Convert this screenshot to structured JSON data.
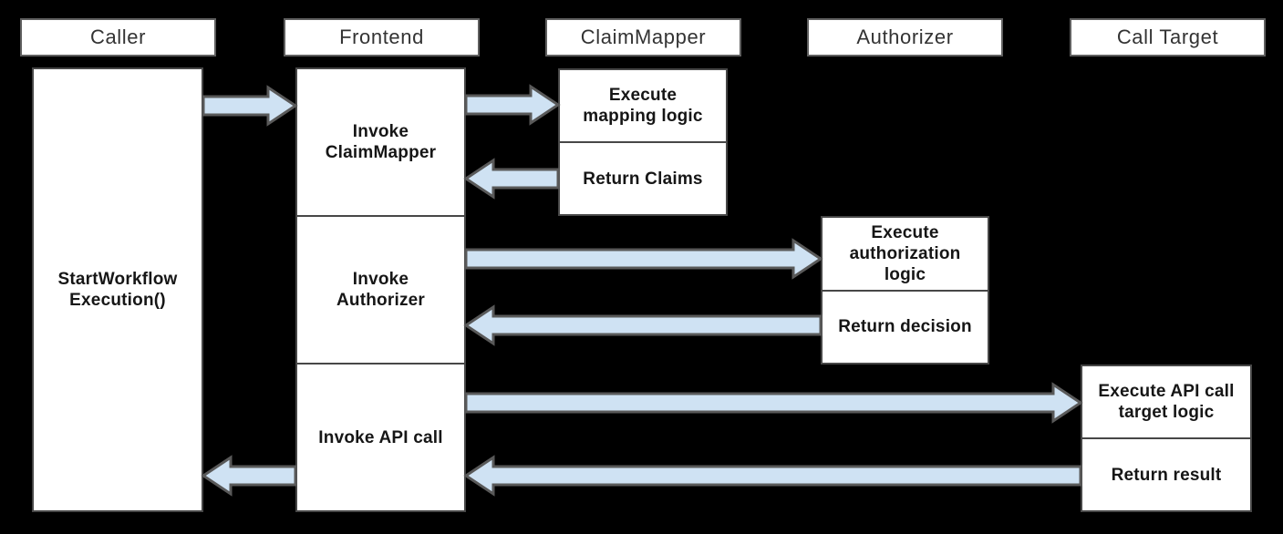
{
  "colors": {
    "background": "#000000",
    "box_fill": "#ffffff",
    "header_border": "#5f5f5f",
    "box_border": "#474747",
    "arrow_fill": "#cfe2f3",
    "arrow_stroke": "#595959",
    "header_text": "#333333",
    "body_text": "#161616"
  },
  "lanes": [
    {
      "header": "Caller",
      "boxes": [
        {
          "lines": [
            "StartWorkflow",
            "Execution()"
          ]
        }
      ]
    },
    {
      "header": "Frontend",
      "boxes": [
        {
          "lines": [
            "Invoke",
            "ClaimMapper"
          ]
        },
        {
          "lines": [
            "Invoke",
            "Authorizer"
          ]
        },
        {
          "lines": [
            "Invoke API call"
          ]
        }
      ]
    },
    {
      "header": "ClaimMapper",
      "boxes": [
        {
          "lines": [
            "Execute",
            "mapping logic"
          ]
        },
        {
          "lines": [
            "Return Claims"
          ]
        }
      ]
    },
    {
      "header": "Authorizer",
      "boxes": [
        {
          "lines": [
            "Execute",
            "authorization",
            "logic"
          ]
        },
        {
          "lines": [
            "Return decision"
          ]
        }
      ]
    },
    {
      "header": "Call Target",
      "boxes": [
        {
          "lines": [
            "Execute API call",
            "target logic"
          ]
        },
        {
          "lines": [
            "Return result"
          ]
        }
      ]
    }
  ],
  "arrows": [
    {
      "id": "caller-to-frontend",
      "from": "Caller",
      "to": "Frontend",
      "direction": "right"
    },
    {
      "id": "frontend-to-claimmapper",
      "from": "Frontend",
      "to": "ClaimMapper",
      "direction": "right"
    },
    {
      "id": "claimmapper-to-frontend",
      "from": "ClaimMapper",
      "to": "Frontend",
      "direction": "left"
    },
    {
      "id": "frontend-to-authorizer",
      "from": "Frontend",
      "to": "Authorizer",
      "direction": "right"
    },
    {
      "id": "authorizer-to-frontend",
      "from": "Authorizer",
      "to": "Frontend",
      "direction": "left"
    },
    {
      "id": "frontend-to-calltarget",
      "from": "Frontend",
      "to": "Call Target",
      "direction": "right"
    },
    {
      "id": "calltarget-to-frontend",
      "from": "Call Target",
      "to": "Frontend",
      "direction": "left"
    },
    {
      "id": "frontend-to-caller",
      "from": "Frontend",
      "to": "Caller",
      "direction": "left"
    }
  ]
}
